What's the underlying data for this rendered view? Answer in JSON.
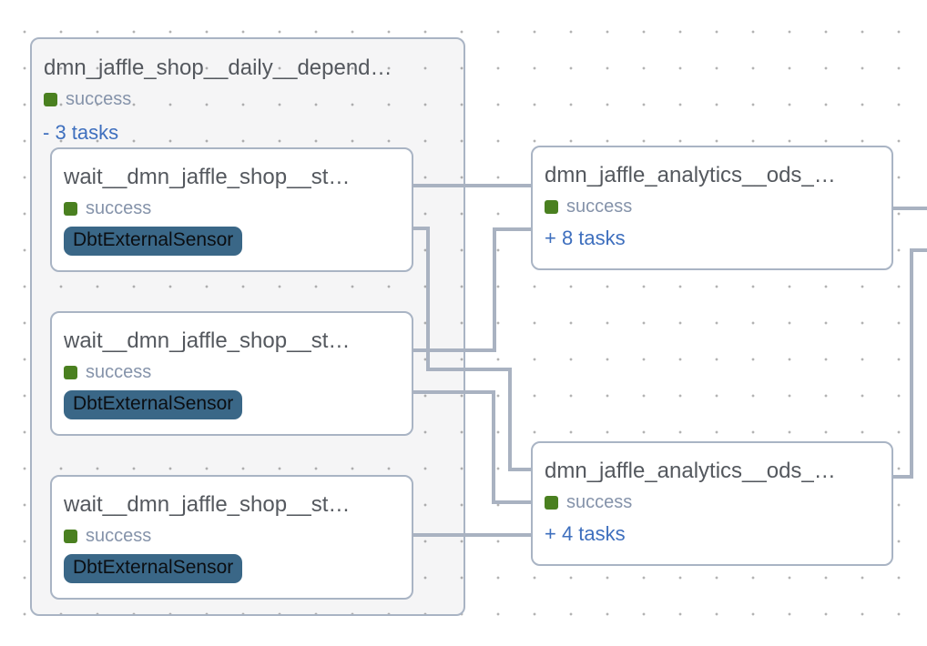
{
  "view": {
    "type": "dag-graph",
    "background": "dotted-grid"
  },
  "colors": {
    "success_green": "#4a8020",
    "operator_badge_bg": "#3a6787",
    "link_blue": "#3e6fbe",
    "edge_gray": "#a9b2c1",
    "node_border": "#a9b4c4",
    "title_text": "#54585e",
    "status_text": "#8593aa"
  },
  "group": {
    "title": "dmn_jaffle_shop__daily__depend…",
    "status": "success",
    "tasks_toggle": "- 3 tasks",
    "tasks": [
      {
        "title": "wait__dmn_jaffle_shop__st…",
        "status": "success",
        "operator": "DbtExternalSensor"
      },
      {
        "title": "wait__dmn_jaffle_shop__st…",
        "status": "success",
        "operator": "DbtExternalSensor"
      },
      {
        "title": "wait__dmn_jaffle_shop__st…",
        "status": "success",
        "operator": "DbtExternalSensor"
      }
    ]
  },
  "nodes": [
    {
      "title": "dmn_jaffle_analytics__ods_…",
      "status": "success",
      "tasks_toggle": "+ 8 tasks"
    },
    {
      "title": "dmn_jaffle_analytics__ods_…",
      "status": "success",
      "tasks_toggle": "+ 4 tasks"
    }
  ]
}
